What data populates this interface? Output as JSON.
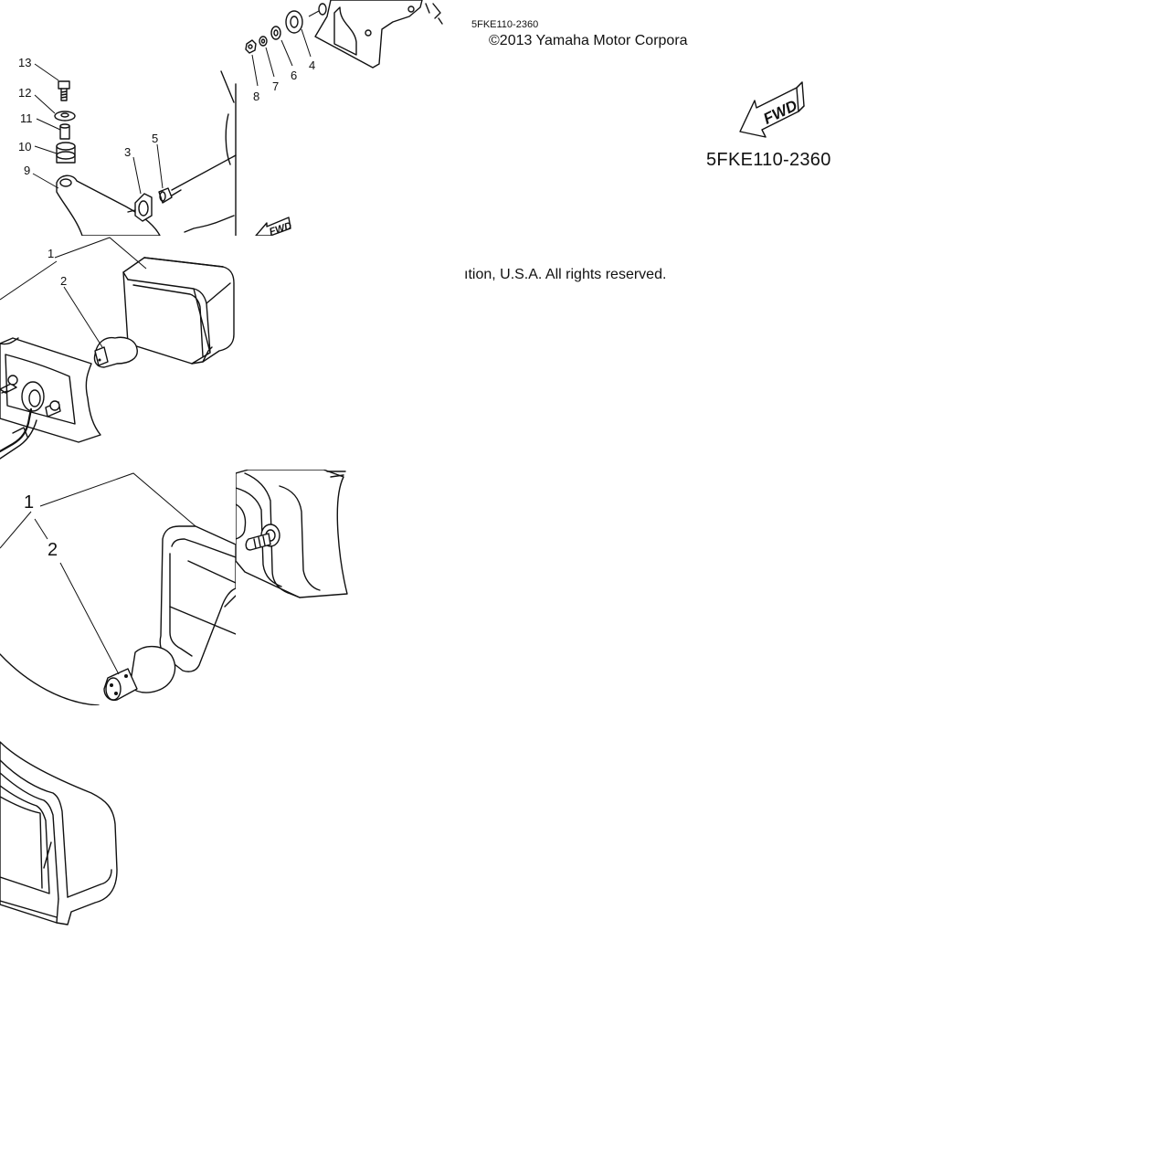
{
  "diagram": {
    "part_code_small": "5FKE110-2360",
    "part_code_large": "5FKE110-2360",
    "copyright_left": "©2013 Yamaha Motor Corpora",
    "copyright_right": "ıtion, U.S.A. All rights reserved.",
    "fwd_label": "FWD",
    "callouts": {
      "c1": "1",
      "c2": "2",
      "c3": "3",
      "c4": "4",
      "c5": "5",
      "c6": "6",
      "c7": "7",
      "c8": "8",
      "c9": "9",
      "c10": "10",
      "c11": "11",
      "c12": "12",
      "c13": "13"
    },
    "zoom_callouts": {
      "c1": "1",
      "c2": "2"
    }
  }
}
